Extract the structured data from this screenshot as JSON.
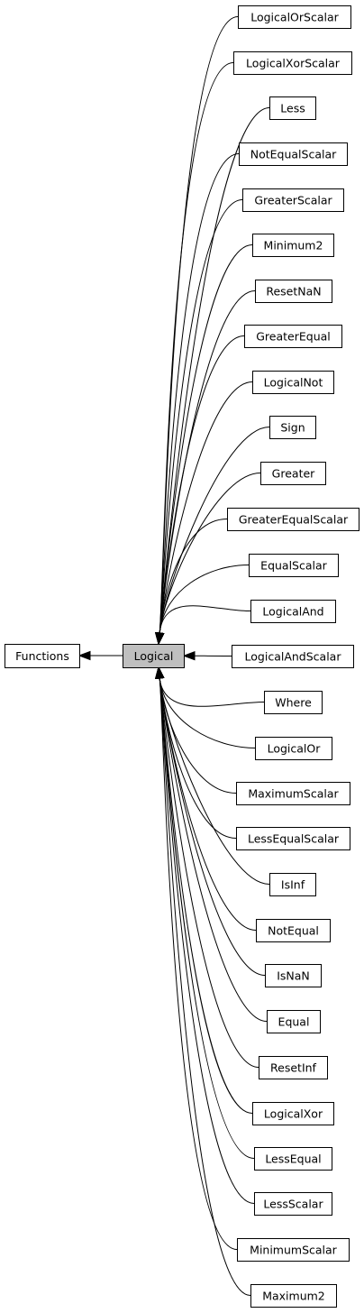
{
  "diagram": {
    "root": {
      "id": "functions",
      "label": "Functions"
    },
    "center": {
      "id": "logical",
      "label": "Logical"
    },
    "children": [
      {
        "id": "logicalorscalar",
        "label": "LogicalOrScalar"
      },
      {
        "id": "logicalxorscalar",
        "label": "LogicalXorScalar"
      },
      {
        "id": "less",
        "label": "Less"
      },
      {
        "id": "notequalscalar",
        "label": "NotEqualScalar"
      },
      {
        "id": "greaterscalar",
        "label": "GreaterScalar"
      },
      {
        "id": "minimum2",
        "label": "Minimum2"
      },
      {
        "id": "resetnan",
        "label": "ResetNaN"
      },
      {
        "id": "greaterequal",
        "label": "GreaterEqual"
      },
      {
        "id": "logicalnot",
        "label": "LogicalNot"
      },
      {
        "id": "sign",
        "label": "Sign"
      },
      {
        "id": "greater",
        "label": "Greater"
      },
      {
        "id": "greaterequalscalar",
        "label": "GreaterEqualScalar"
      },
      {
        "id": "equalscalar",
        "label": "EqualScalar"
      },
      {
        "id": "logicaland",
        "label": "LogicalAnd"
      },
      {
        "id": "logicalandscalar",
        "label": "LogicalAndScalar"
      },
      {
        "id": "where",
        "label": "Where"
      },
      {
        "id": "logicalor",
        "label": "LogicalOr"
      },
      {
        "id": "maximumscalar",
        "label": "MaximumScalar"
      },
      {
        "id": "lessequalscalar",
        "label": "LessEqualScalar"
      },
      {
        "id": "isinf",
        "label": "IsInf"
      },
      {
        "id": "notequal",
        "label": "NotEqual"
      },
      {
        "id": "isnan",
        "label": "IsNaN"
      },
      {
        "id": "equal",
        "label": "Equal"
      },
      {
        "id": "resetinf",
        "label": "ResetInf"
      },
      {
        "id": "logicalxor",
        "label": "LogicalXor"
      },
      {
        "id": "lessequal",
        "label": "LessEqual"
      },
      {
        "id": "lessscalar",
        "label": "LessScalar"
      },
      {
        "id": "minimumscalar",
        "label": "MinimumScalar"
      },
      {
        "id": "maximum2",
        "label": "Maximum2"
      }
    ]
  }
}
